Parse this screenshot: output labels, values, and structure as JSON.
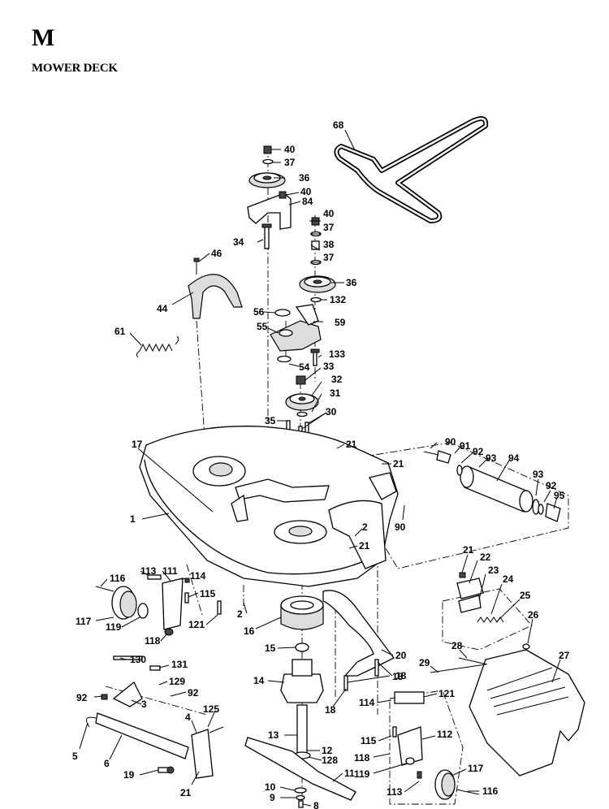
{
  "header": {
    "section_letter": "M",
    "title": "MOWER DECK"
  },
  "callouts": [
    "68",
    "40",
    "37",
    "36",
    "40",
    "84",
    "34",
    "46",
    "44",
    "40",
    "37",
    "38",
    "37",
    "36",
    "132",
    "56",
    "55",
    "59",
    "61",
    "133",
    "54",
    "33",
    "32",
    "31",
    "30",
    "35",
    "17",
    "21",
    "21",
    "90",
    "91",
    "92",
    "93",
    "94",
    "93",
    "92",
    "95",
    "90",
    "1",
    "2",
    "21",
    "116",
    "113",
    "111",
    "114",
    "115",
    "2",
    "117",
    "119",
    "121",
    "118",
    "16",
    "15",
    "21",
    "22",
    "23",
    "24",
    "25",
    "26",
    "20",
    "18",
    "18",
    "28",
    "27",
    "29",
    "130",
    "131",
    "129",
    "92",
    "92",
    "3",
    "14",
    "18",
    "114",
    "121",
    "125",
    "4",
    "5",
    "6",
    "13",
    "12",
    "128",
    "115",
    "112",
    "118",
    "119",
    "117",
    "19",
    "21",
    "11",
    "10",
    "9",
    "8",
    "113",
    "116"
  ]
}
